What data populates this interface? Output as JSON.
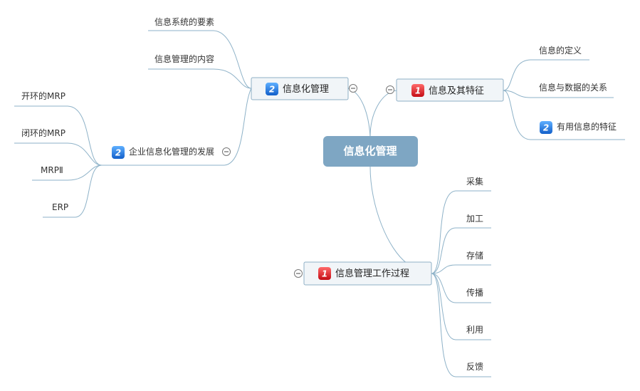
{
  "central": {
    "label": "信息化管理",
    "color": "#7ea6c3"
  },
  "badge_colors": {
    "red": "#e2252c",
    "blue": "#1e7be6"
  },
  "branches": {
    "info_char": {
      "label": "信息及其特征",
      "badge": "1",
      "children": [
        {
          "label": "信息的定义"
        },
        {
          "label": "信息与数据的关系"
        },
        {
          "label": "有用信息的特征",
          "badge": "2"
        }
      ]
    },
    "info_mgmt": {
      "label": "信息化管理",
      "badge": "2",
      "children": [
        {
          "label": "信息系统的要素"
        },
        {
          "label": "信息管理的内容"
        }
      ]
    },
    "enterprise": {
      "label": "企业信息化管理的发展",
      "badge": "2",
      "children": [
        {
          "label": "开环的MRP"
        },
        {
          "label": "闭环的MRP"
        },
        {
          "label": "MRPⅡ"
        },
        {
          "label": "ERP"
        }
      ]
    },
    "process": {
      "label": "信息管理工作过程",
      "badge": "1",
      "children": [
        {
          "label": "采集"
        },
        {
          "label": "加工"
        },
        {
          "label": "存储"
        },
        {
          "label": "传播"
        },
        {
          "label": "利用"
        },
        {
          "label": "反馈"
        }
      ]
    }
  },
  "icons": {
    "collapse": "collapse-minus-icon",
    "priority": "priority-badge-icon"
  }
}
